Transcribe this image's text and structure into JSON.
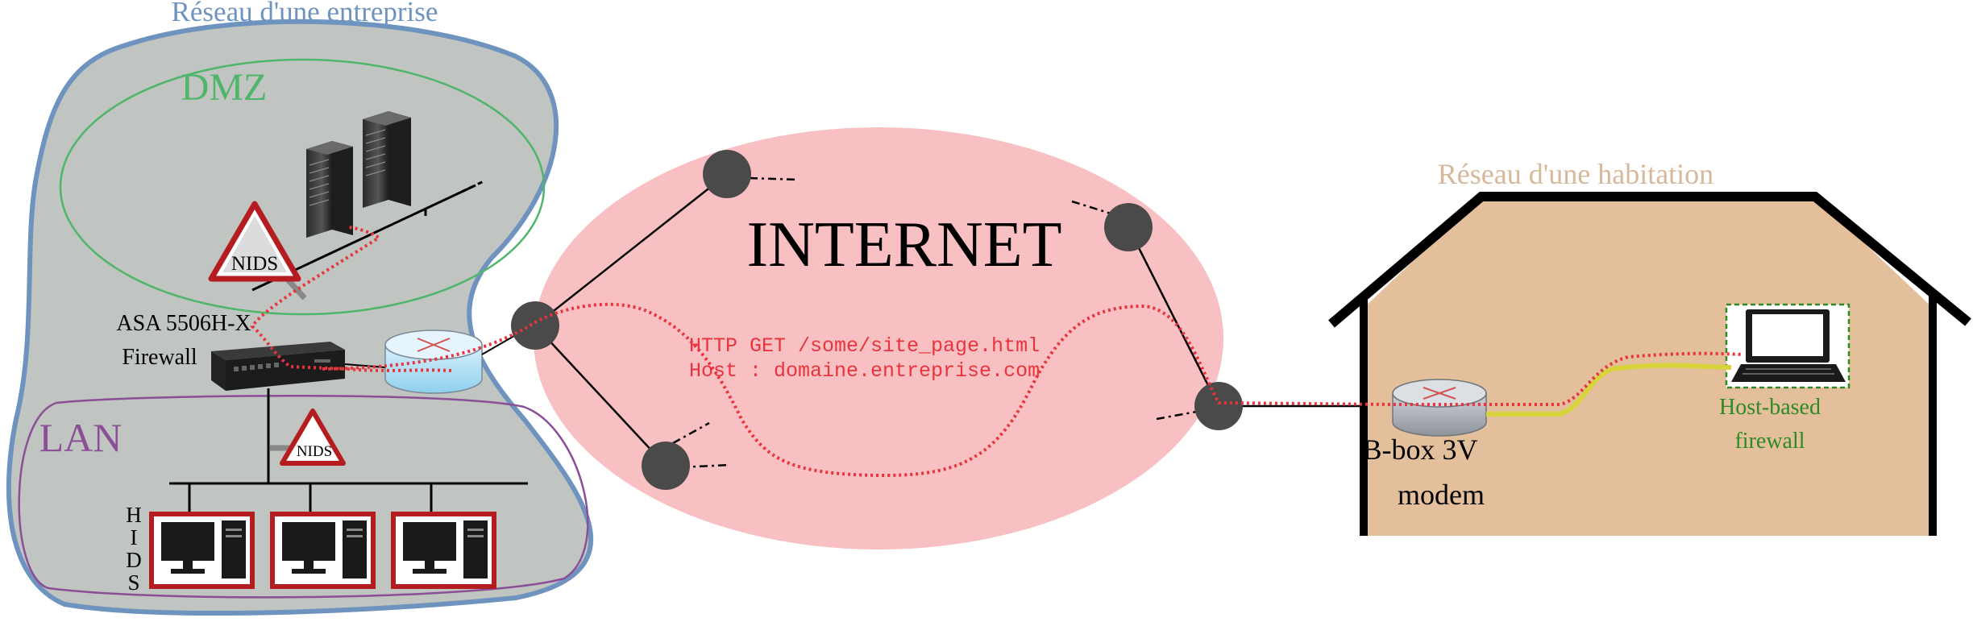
{
  "enterprise": {
    "title": "Réseau d'une entreprise",
    "dmz_label": "DMZ",
    "lan_label": "LAN",
    "nids_dmz": "NIDS",
    "nids_lan": "NIDS",
    "firewall_label_1": "ASA 5506H-X",
    "firewall_label_2": "Firewall",
    "hids_letters": [
      "H",
      "I",
      "D",
      "S"
    ]
  },
  "internet": {
    "title": "INTERNET",
    "request_line_1": "HTTP GET /some/site_page.html",
    "request_line_2": "Host : domaine.entreprise.com"
  },
  "home": {
    "title": "Réseau d'une habitation",
    "modem_label_1": "B-box 3V",
    "modem_label_2": "modem",
    "hbf_label_1": "Host-based",
    "hbf_label_2": "firewall"
  },
  "colors": {
    "enterprise_outline": "#6f93bf",
    "enterprise_fill": "#c1c5c1",
    "dmz_outline": "#4fb56a",
    "lan_outline": "#8a4f96",
    "internet_fill": "#f8c0c2",
    "house_fill": "#e3bf9c",
    "house_title": "#d6b89a",
    "request_path": "#e8343c",
    "home_path_yellow": "#d6d43a",
    "hids_frame": "#b51c20",
    "hbf_green": "#2e8a22"
  }
}
